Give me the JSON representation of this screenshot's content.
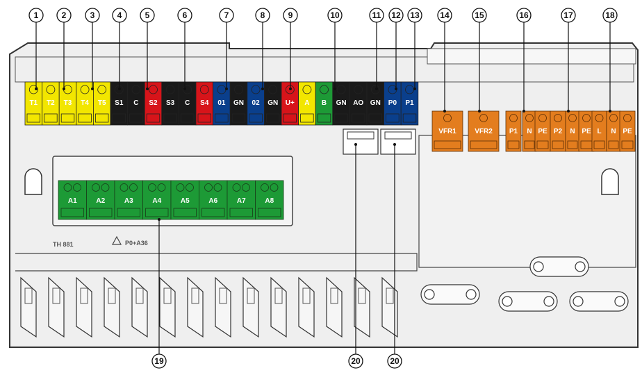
{
  "palette": {
    "yellow": "#f2e600",
    "black": "#1a1a1a",
    "red": "#d7141a",
    "blue": "#0a3f8c",
    "green": "#1d9a36",
    "orange": "#e37d1e",
    "housing": "#e4e4e4",
    "outline": "#333333"
  },
  "callouts": [
    "1",
    "2",
    "3",
    "4",
    "5",
    "6",
    "7",
    "8",
    "9",
    "10",
    "11",
    "12",
    "13",
    "14",
    "15",
    "16",
    "17",
    "18",
    "19",
    "20",
    "20"
  ],
  "top_terminals": [
    {
      "label": "T1",
      "color": "yellow"
    },
    {
      "label": "T2",
      "color": "yellow"
    },
    {
      "label": "T3",
      "color": "yellow"
    },
    {
      "label": "T4",
      "color": "yellow"
    },
    {
      "label": "T5",
      "color": "yellow"
    },
    {
      "label": "S1",
      "color": "black"
    },
    {
      "label": "C",
      "color": "black"
    },
    {
      "label": "S2",
      "color": "red"
    },
    {
      "label": "S3",
      "color": "black"
    },
    {
      "label": "C",
      "color": "black"
    },
    {
      "label": "S4",
      "color": "red"
    },
    {
      "label": "01",
      "color": "blue"
    },
    {
      "label": "GN",
      "color": "black"
    },
    {
      "label": "02",
      "color": "blue"
    },
    {
      "label": "GN",
      "color": "black"
    },
    {
      "label": "U+",
      "color": "red"
    },
    {
      "label": "A",
      "color": "yellow"
    },
    {
      "label": "B",
      "color": "green"
    },
    {
      "label": "GN",
      "color": "black"
    },
    {
      "label": "AO",
      "color": "black"
    },
    {
      "label": "GN",
      "color": "black"
    },
    {
      "label": "P0",
      "color": "blue"
    },
    {
      "label": "P1",
      "color": "blue"
    }
  ],
  "actuator_terminals": [
    "A1",
    "A2",
    "A3",
    "A4",
    "A5",
    "A6",
    "A7",
    "A8"
  ],
  "power_terminals": [
    "VFR1",
    "VFR2",
    "P1",
    "N",
    "PE",
    "P2",
    "N",
    "PE",
    "L",
    "N",
    "PE"
  ],
  "board_marks": {
    "model": "TH 881",
    "warning": "P0+A36"
  }
}
